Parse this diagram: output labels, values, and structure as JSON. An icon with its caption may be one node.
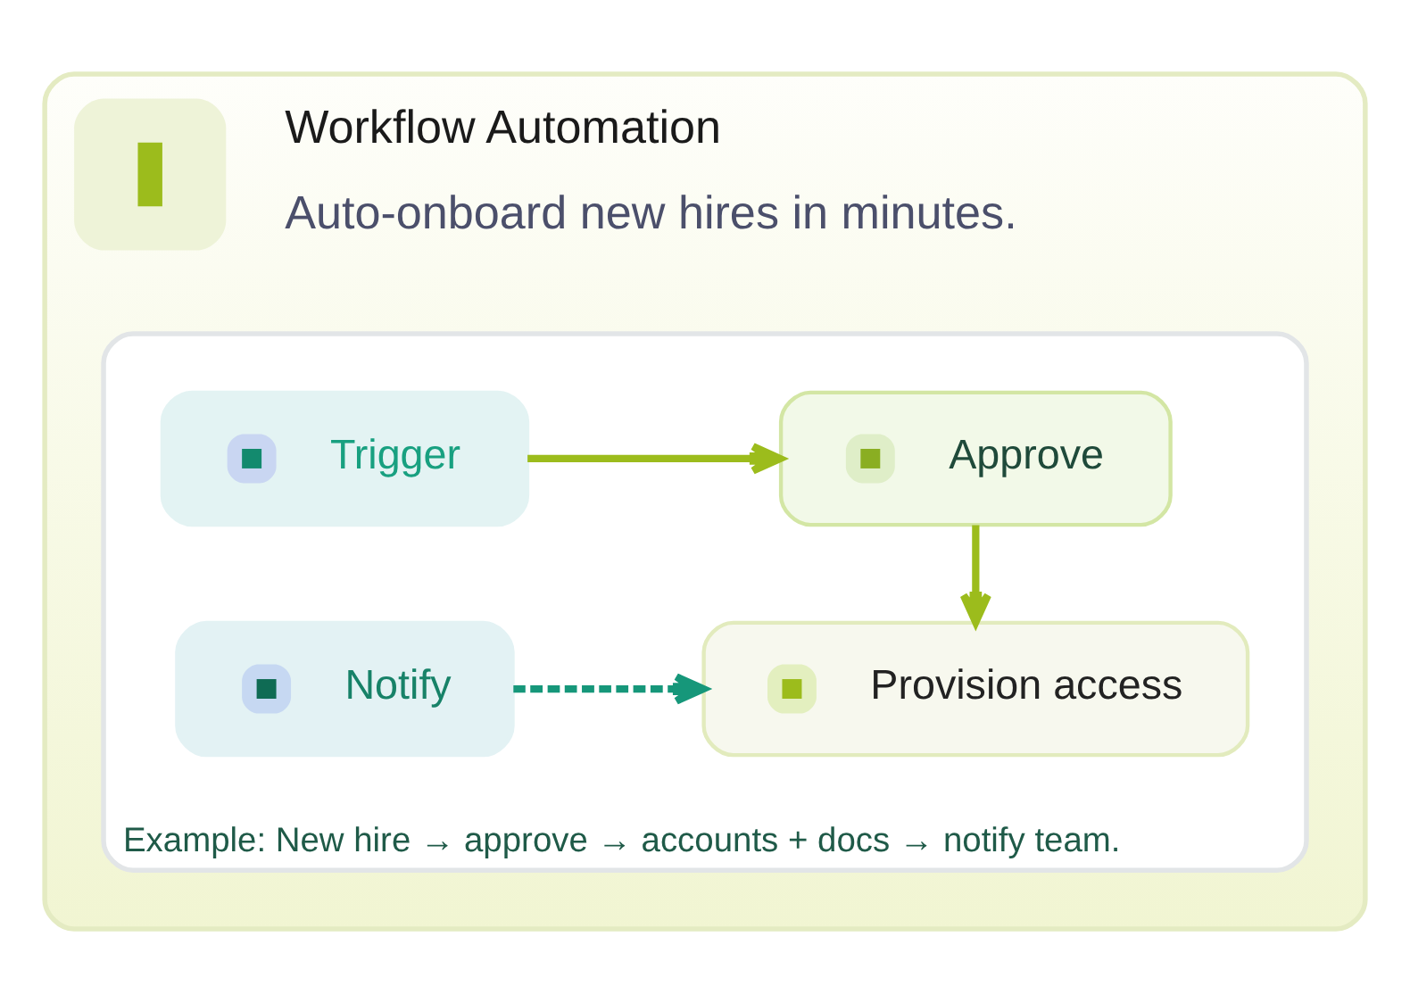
{
  "diagram": {
    "nodes": [
      {
        "text": [
          "Workflow Automation",
          "Auto-onboard new hires in minutes."
        ]
      },
      {
        "text": [
          "Example: New hire → approve → accounts + docs → notify team."
        ],
        "in": 0
      },
      {
        "text": [
          "Trigger"
        ],
        "in": 1
      },
      {
        "text": [
          "Approve"
        ],
        "in": 1
      },
      {
        "text": [
          "Notify"
        ],
        "in": 1
      },
      {
        "text": [
          "Provision access"
        ],
        "in": 1
      }
    ],
    "edges": [
      {
        "from": 2,
        "to": 3,
        "arrow": "to"
      },
      {
        "from": 3,
        "to": 5,
        "arrow": "to"
      },
      {
        "from": 4,
        "to": 5,
        "arrow": "to",
        "style": "dashed",
        "color": "#16977a"
      }
    ]
  }
}
